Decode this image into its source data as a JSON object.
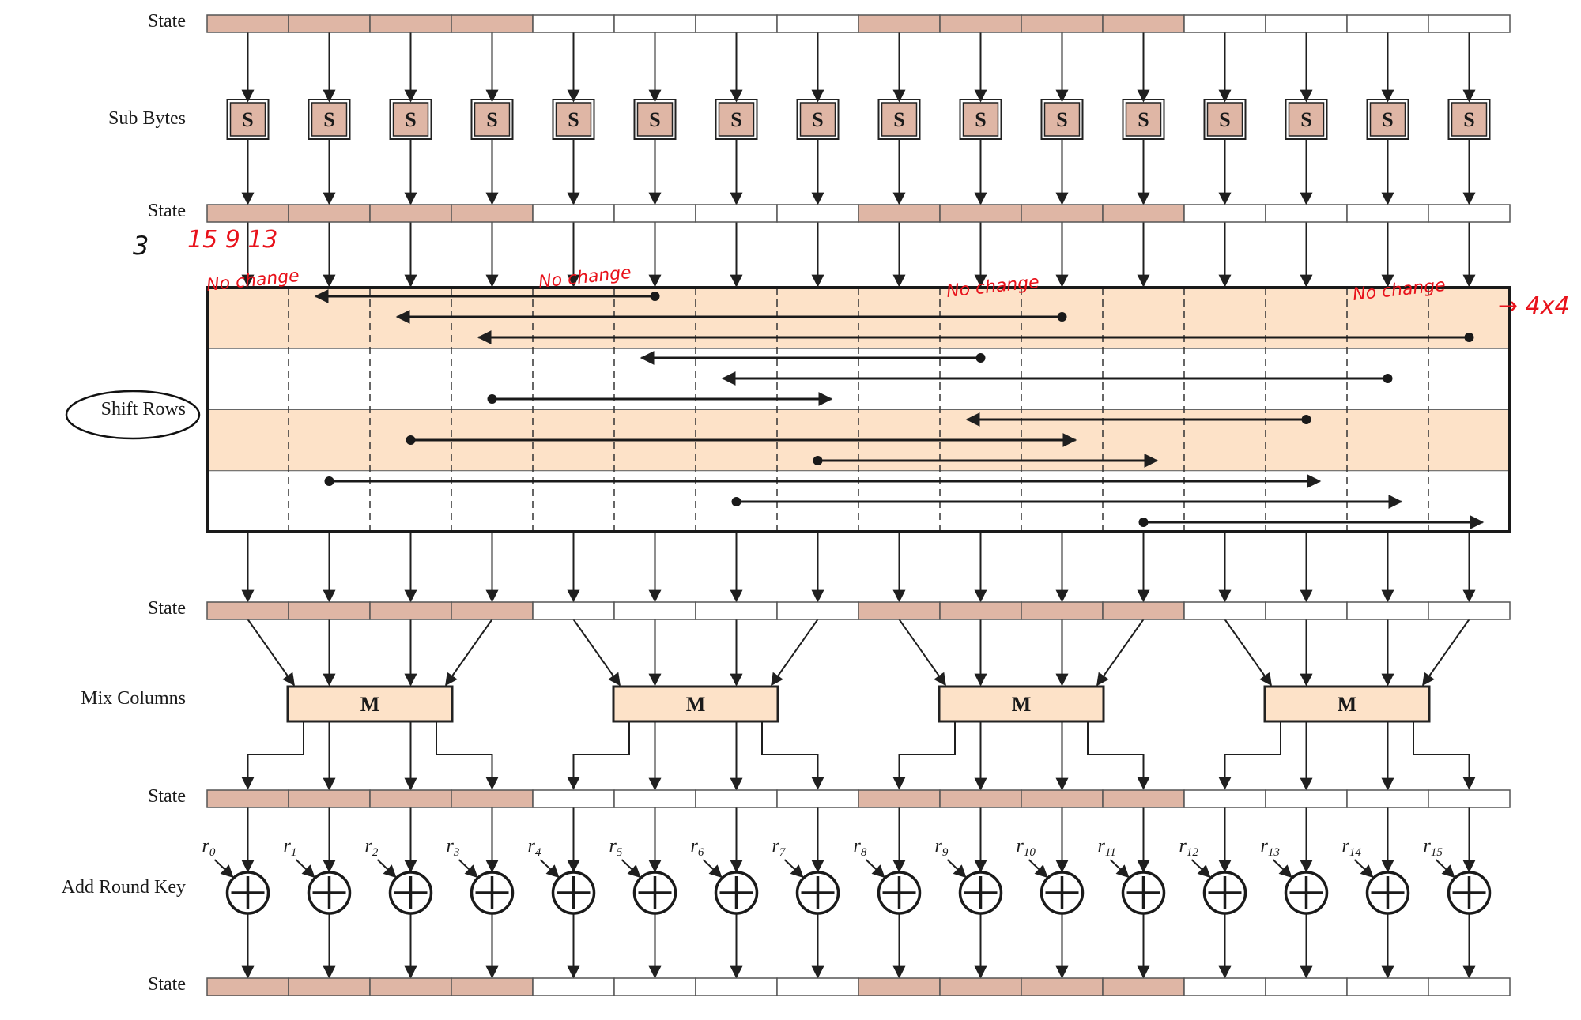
{
  "colors": {
    "state_shaded": "#dfb6a5",
    "state_plain": "#ffffff",
    "band_shaded": "#fde2c8",
    "sbox_fill": "#dfb6a5",
    "mbox_fill": "#fde2c8",
    "line": "#1f1f1f",
    "annotation_red": "#e8121b"
  },
  "labels": {
    "state": "State",
    "sub_bytes": "Sub Bytes",
    "shift_rows": "Shift Rows",
    "mix_columns": "Mix Columns",
    "add_round_key": "Add Round Key"
  },
  "state_pattern": [
    true,
    true,
    true,
    true,
    false,
    false,
    false,
    false,
    true,
    true,
    true,
    true,
    false,
    false,
    false,
    false
  ],
  "sbox_label": "S",
  "mbox_label": "M",
  "round_keys": [
    "r0",
    "r1",
    "r2",
    "r3",
    "r4",
    "r5",
    "r6",
    "r7",
    "r8",
    "r9",
    "r10",
    "r11",
    "r12",
    "r13",
    "r14",
    "r15"
  ],
  "round_key_prefix": "r",
  "round_key_indices": [
    "0",
    "1",
    "2",
    "3",
    "4",
    "5",
    "6",
    "7",
    "8",
    "9",
    "10",
    "11",
    "12",
    "13",
    "14",
    "15"
  ],
  "shift_rows_moves": [
    {
      "from": 5,
      "to": 1
    },
    {
      "from": 10,
      "to": 2
    },
    {
      "from": 15,
      "to": 3
    },
    {
      "from": 9,
      "to": 5
    },
    {
      "from": 14,
      "to": 6
    },
    {
      "from": 3,
      "to": 7
    },
    {
      "from": 13,
      "to": 9
    },
    {
      "from": 2,
      "to": 10
    },
    {
      "from": 7,
      "to": 11
    },
    {
      "from": 1,
      "to": 13
    },
    {
      "from": 6,
      "to": 14
    },
    {
      "from": 11,
      "to": 15
    }
  ],
  "annotations": {
    "handwritten_numbers_left": "3",
    "handwritten_numbers_top": "15  9 13",
    "no_change": "No change",
    "grid": "→ 4x4"
  }
}
